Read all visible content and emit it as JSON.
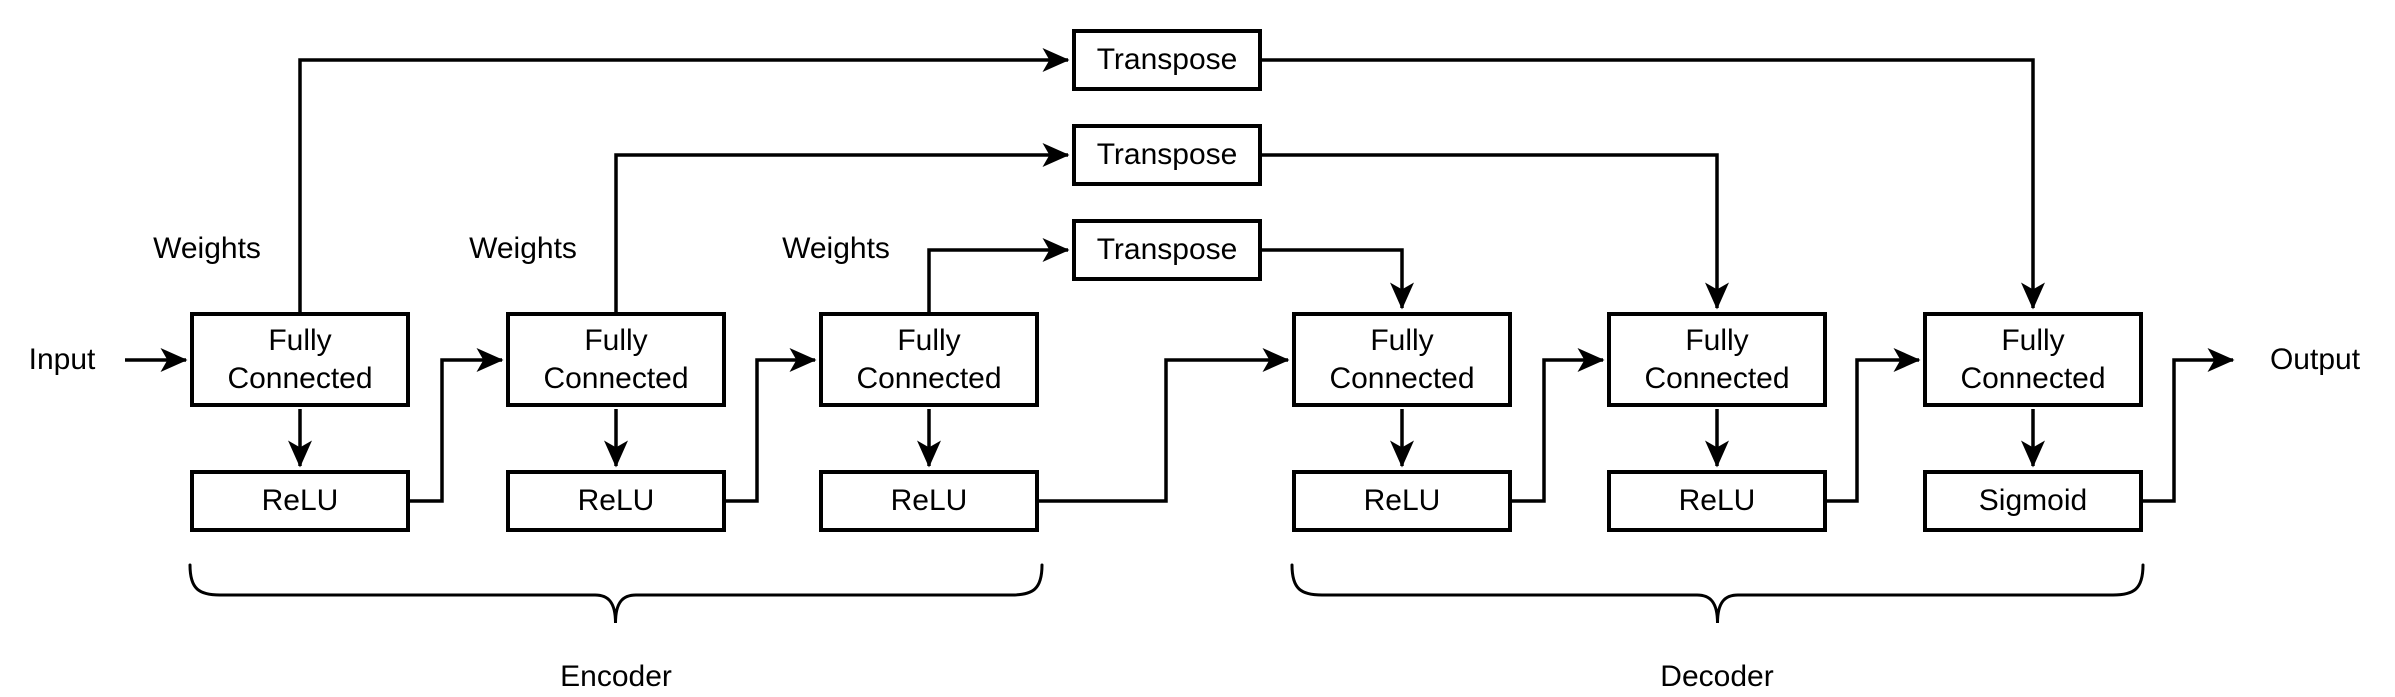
{
  "figure": {
    "background_color": "#ffffff",
    "line_color": "#000000",
    "io": {
      "input": "Input",
      "output": "Output"
    },
    "blocks": {
      "transpose": "Transpose",
      "fully_connected_line1": "Fully",
      "fully_connected_line2": "Connected",
      "relu": "ReLU",
      "sigmoid": "Sigmoid"
    },
    "annotations": {
      "weights": "Weights",
      "encoder": "Encoder",
      "decoder": "Decoder"
    }
  }
}
